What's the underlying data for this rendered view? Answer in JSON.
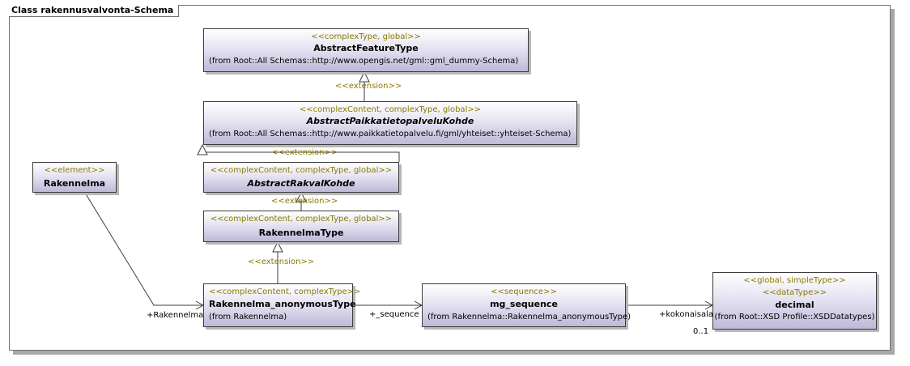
{
  "diagram": {
    "frame_title": "Class rakennusvalvonta-Schema"
  },
  "classes": {
    "abstract_feature_type": {
      "stereotype": "<<complexType, global>>",
      "name": "AbstractFeatureType",
      "from": "(from Root::All Schemas::http://www.opengis.net/gml::gml_dummy-Schema)"
    },
    "abstract_paikkatietopalvelu_kohde": {
      "stereotype": "<<complexContent, complexType, global>>",
      "name": "AbstractPaikkatietopalveluKohde",
      "from": "(from Root::All Schemas::http://www.paikkatietopalvelu.fi/gml/yhteiset::yhteiset-Schema)"
    },
    "rakennelma": {
      "stereotype": "<<element>>",
      "name": "Rakennelma"
    },
    "abstract_rakval_kohde": {
      "stereotype": "<<complexContent, complexType, global>>",
      "name": "AbstractRakvalKohde"
    },
    "rakennelma_type": {
      "stereotype": "<<complexContent, complexType, global>>",
      "name": "RakennelmaType"
    },
    "rakennelma_anonymous_type": {
      "stereotype": "<<complexContent, complexType>>",
      "name": "Rakennelma_anonymousType",
      "from": "(from Rakennelma)"
    },
    "mg_sequence": {
      "stereotype": "<<sequence>>",
      "name": "mg_sequence",
      "from": "(from Rakennelma::Rakennelma_anonymousType)"
    },
    "decimal": {
      "stereotype1": "<<global, simpleType>>",
      "stereotype2": "<<dataType>>",
      "name": "decimal",
      "from": "(from Root::XSD Profile::XSDDatatypes)"
    }
  },
  "edges": {
    "extension_label": "<<extension>>",
    "role_rakennelma": "+Rakennelma",
    "role_sequence": "+_sequence",
    "role_kokonaisala": "+kokonaisala",
    "multiplicity_kokonaisala": "0..1"
  },
  "colors": {
    "stereotype": "#8a7a00",
    "box_gradient_bottom": "#bdb9d8",
    "line": "#3c3c3c"
  }
}
